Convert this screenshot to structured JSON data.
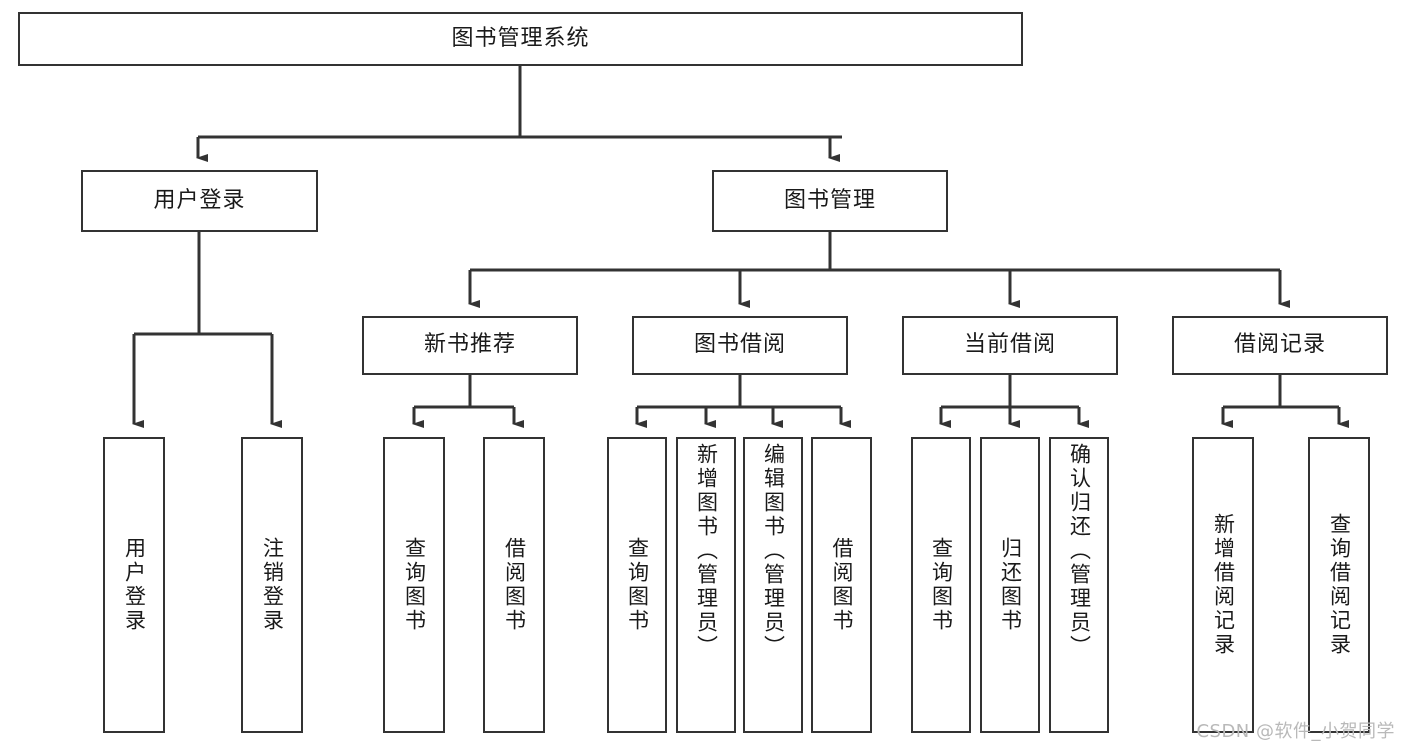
{
  "diagram": {
    "title": "图书管理系统",
    "watermark": "CSDN @软件_小贺同学",
    "stroke_color": "#333333",
    "background_color": "#ffffff",
    "text_color": "#1a1a1a",
    "watermark_color": "#b9b9b9"
  },
  "nodes": {
    "root": {
      "label": "图书管理系统"
    },
    "level2": [
      {
        "label": "用户登录"
      },
      {
        "label": "图书管理"
      }
    ],
    "level3": [
      {
        "label": "新书推荐"
      },
      {
        "label": "图书借阅"
      },
      {
        "label": "当前借阅"
      },
      {
        "label": "借阅记录"
      }
    ],
    "leaves": {
      "user_login": [
        {
          "label": "用户登录"
        },
        {
          "label": "注销登录"
        }
      ],
      "new_book_recommend": [
        {
          "label": "查询图书"
        },
        {
          "label": "借阅图书"
        }
      ],
      "book_borrow": [
        {
          "label": "查询图书"
        },
        {
          "label": "新增图书（管理员）"
        },
        {
          "label": "编辑图书（管理员）"
        },
        {
          "label": "借阅图书"
        }
      ],
      "current_borrow": [
        {
          "label": "查询图书"
        },
        {
          "label": "归还图书"
        },
        {
          "label": "确认归还（管理员）"
        }
      ],
      "borrow_records": [
        {
          "label": "新增借阅记录"
        },
        {
          "label": "查询借阅记录"
        }
      ]
    }
  },
  "chart_data": {
    "type": "tree",
    "title": "图书管理系统",
    "hierarchy": [
      {
        "label": "用户登录",
        "children": [
          {
            "label": "用户登录",
            "children": []
          },
          {
            "label": "注销登录",
            "children": []
          }
        ]
      },
      {
        "label": "图书管理",
        "children": [
          {
            "label": "新书推荐",
            "children": [
              {
                "label": "查询图书",
                "children": []
              },
              {
                "label": "借阅图书",
                "children": []
              }
            ]
          },
          {
            "label": "图书借阅",
            "children": [
              {
                "label": "查询图书",
                "children": []
              },
              {
                "label": "新增图书（管理员）",
                "children": []
              },
              {
                "label": "编辑图书（管理员）",
                "children": []
              },
              {
                "label": "借阅图书",
                "children": []
              }
            ]
          },
          {
            "label": "当前借阅",
            "children": [
              {
                "label": "查询图书",
                "children": []
              },
              {
                "label": "归还图书",
                "children": []
              },
              {
                "label": "确认归还（管理员）",
                "children": []
              }
            ]
          },
          {
            "label": "借阅记录",
            "children": [
              {
                "label": "新增借阅记录",
                "children": []
              },
              {
                "label": "查询借阅记录",
                "children": []
              }
            ]
          }
        ]
      }
    ]
  }
}
